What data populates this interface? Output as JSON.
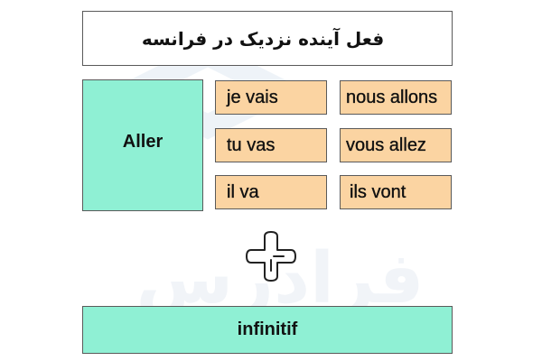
{
  "title": "فعل آینده نزدیک در فرانسه",
  "verb": "Aller",
  "conjugations": {
    "left": [
      "je vais",
      "tu vas",
      "il va"
    ],
    "right": [
      "nous allons",
      "vous allez",
      "ils vont"
    ]
  },
  "plus_symbol": "plus-icon",
  "infinitive": "infinitif",
  "watermark_text": "فرادرس",
  "colors": {
    "verb_fill": "#8ff0d4",
    "conjugation_fill": "#fbd4a2",
    "border": "#5a5a5a"
  }
}
